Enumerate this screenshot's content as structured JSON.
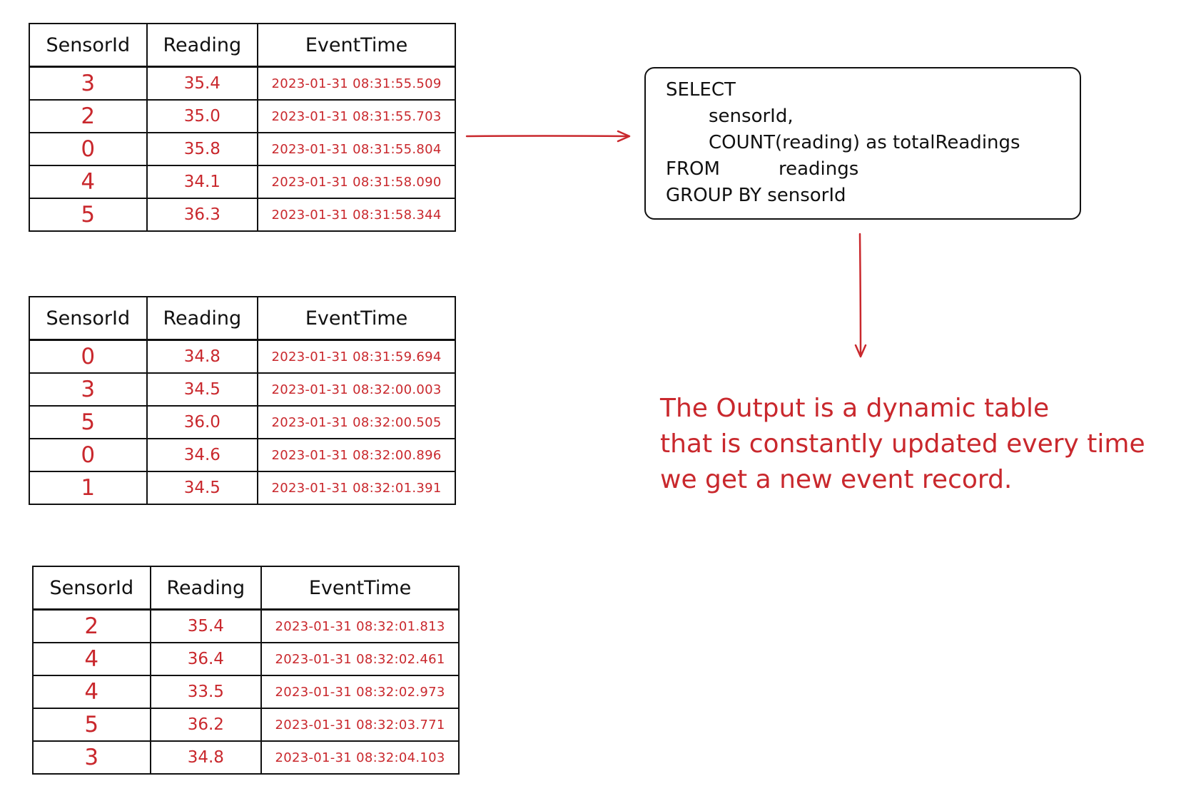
{
  "tables": [
    {
      "headers": [
        "SensorId",
        "Reading",
        "EventTime"
      ],
      "rows": [
        [
          "3",
          "35.4",
          "2023-01-31 08:31:55.509"
        ],
        [
          "2",
          "35.0",
          "2023-01-31 08:31:55.703"
        ],
        [
          "0",
          "35.8",
          "2023-01-31 08:31:55.804"
        ],
        [
          "4",
          "34.1",
          "2023-01-31 08:31:58.090"
        ],
        [
          "5",
          "36.3",
          "2023-01-31 08:31:58.344"
        ]
      ]
    },
    {
      "headers": [
        "SensorId",
        "Reading",
        "EventTime"
      ],
      "rows": [
        [
          "0",
          "34.8",
          "2023-01-31 08:31:59.694"
        ],
        [
          "3",
          "34.5",
          "2023-01-31 08:32:00.003"
        ],
        [
          "5",
          "36.0",
          "2023-01-31 08:32:00.505"
        ],
        [
          "0",
          "34.6",
          "2023-01-31 08:32:00.896"
        ],
        [
          "1",
          "34.5",
          "2023-01-31 08:32:01.391"
        ]
      ]
    },
    {
      "headers": [
        "SensorId",
        "Reading",
        "EventTime"
      ],
      "rows": [
        [
          "2",
          "35.4",
          "2023-01-31 08:32:01.813"
        ],
        [
          "4",
          "36.4",
          "2023-01-31 08:32:02.461"
        ],
        [
          "4",
          "33.5",
          "2023-01-31 08:32:02.973"
        ],
        [
          "5",
          "36.2",
          "2023-01-31 08:32:03.771"
        ],
        [
          "3",
          "34.8",
          "2023-01-31 08:32:04.103"
        ]
      ]
    }
  ],
  "query": {
    "select_kw": "SELECT",
    "field_1": "sensorId,",
    "field_2": "COUNT(reading) as totalReadings",
    "from_kw": "FROM",
    "from_table": "readings",
    "group_by": "GROUP BY sensorId"
  },
  "note": {
    "line_1": "The Output is a dynamic table",
    "line_2": "that is constantly updated every time",
    "line_3": "we get a new event record."
  },
  "colors": {
    "ink": "#111111",
    "accent": "#c9282d"
  }
}
